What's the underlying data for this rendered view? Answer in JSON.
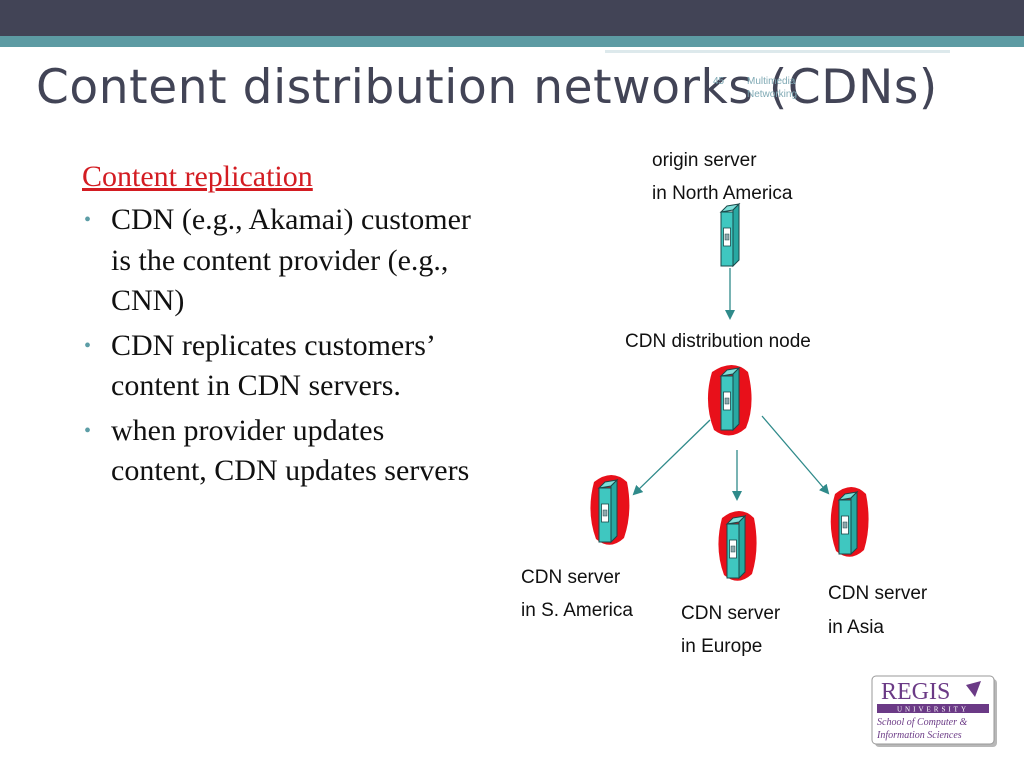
{
  "slide": {
    "title": "Content distribution networks (CDNs)",
    "slide_number": "45",
    "header_note": "Multimedia\nNetworking"
  },
  "content": {
    "subheading": "Content replication",
    "bullets": [
      "CDN (e.g., Akamai) customer is the content provider (e.g., CNN)",
      "CDN replicates customers’ content in CDN servers.",
      "when provider updates content, CDN updates servers"
    ]
  },
  "diagram": {
    "origin": {
      "line1": "origin server",
      "line2": "in North America"
    },
    "distribution": {
      "line1": "CDN distribution node"
    },
    "south_america": {
      "line1": "CDN server",
      "line2": "in S. America"
    },
    "europe": {
      "line1": "CDN server",
      "line2": "in Europe"
    },
    "asia": {
      "line1": "CDN server",
      "line2": "in Asia"
    }
  },
  "logo": {
    "name": "REGIS",
    "sub": "UNIVERSITY",
    "line1": "School of Computer &",
    "line2": "Information Sciences"
  },
  "colors": {
    "top_bar": "#424456",
    "teal_band": "#5d9ba3",
    "title": "#424456",
    "subheading": "#d31c22",
    "bullet": "#5c9da6",
    "server": "#3fc7c0",
    "halo": "#e8101a",
    "arrow": "#2f8a8a",
    "logo_purple": "#6b3a86"
  }
}
